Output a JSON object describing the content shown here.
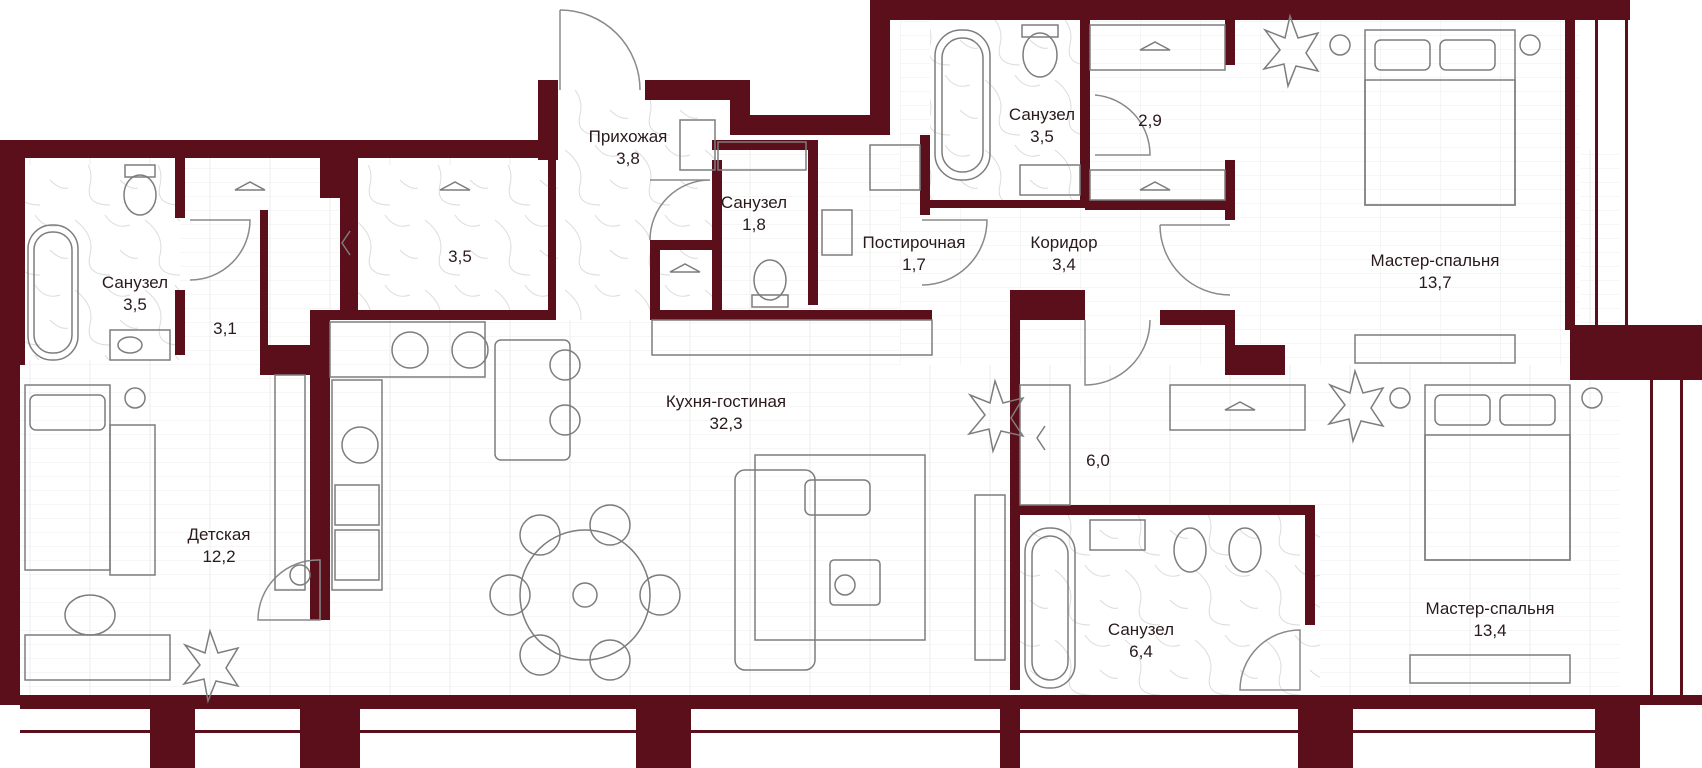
{
  "colors": {
    "wall": "#5a0f1a",
    "line": "#8a8a8a",
    "floor_line": "#e4e4e4",
    "text": "#2a1a1c",
    "background": "#ffffff"
  },
  "rooms": [
    {
      "id": "entry",
      "name": "Прихожая",
      "area": "3,8"
    },
    {
      "id": "wc-small",
      "name": "Санузел",
      "area": "1,8"
    },
    {
      "id": "laundry",
      "name": "Постирочная",
      "area": "1,7"
    },
    {
      "id": "bath-top",
      "name": "Санузел",
      "area": "3,5"
    },
    {
      "id": "closet-top",
      "name": "",
      "area": "2,9"
    },
    {
      "id": "corridor",
      "name": "Коридор",
      "area": "3,4"
    },
    {
      "id": "master1",
      "name": "Мастер-спальня",
      "area": "13,7"
    },
    {
      "id": "storage",
      "name": "",
      "area": "3,5"
    },
    {
      "id": "bath-left",
      "name": "Санузел",
      "area": "3,5"
    },
    {
      "id": "closet-left",
      "name": "",
      "area": "3,1"
    },
    {
      "id": "living",
      "name": "Кухня-гостиная",
      "area": "32,3"
    },
    {
      "id": "kids",
      "name": "Детская",
      "area": "12,2"
    },
    {
      "id": "wardrobe",
      "name": "",
      "area": "6,0"
    },
    {
      "id": "bath-big",
      "name": "Санузел",
      "area": "6,4"
    },
    {
      "id": "master2",
      "name": "Мастер-спальня",
      "area": "13,4"
    }
  ]
}
